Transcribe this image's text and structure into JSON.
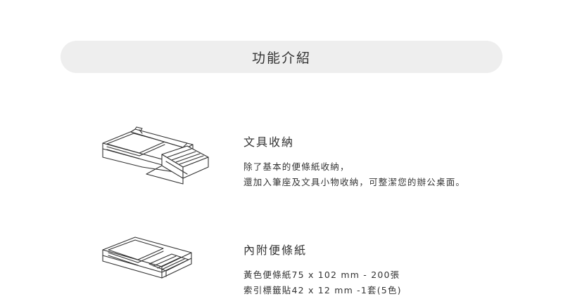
{
  "header": {
    "title": "功能介紹"
  },
  "features": [
    {
      "icon": "stationery-organizer-icon",
      "title": "文具收納",
      "lines": [
        "除了基本的便條紙收納，",
        "還加入筆座及文具小物收納，可整潔您的辦公桌面。"
      ]
    },
    {
      "icon": "sticky-note-tray-icon",
      "title": "內附便條紙",
      "lines": [
        "黃色便條紙75 x 102 mm - 200張",
        "索引標籤貼42 x 12 mm -1套(5色)"
      ]
    }
  ]
}
